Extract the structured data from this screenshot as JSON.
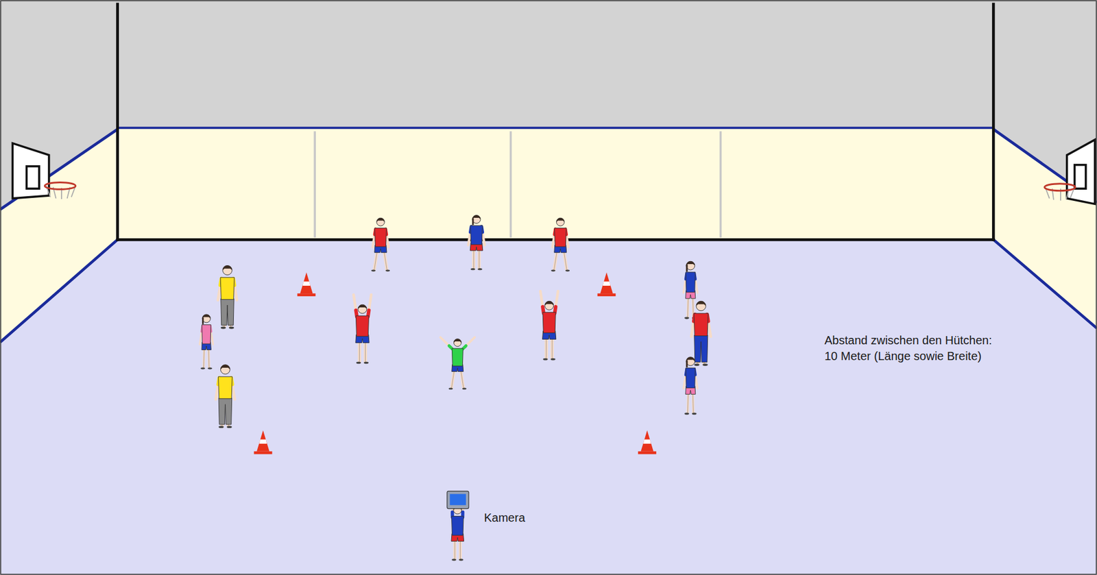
{
  "diagram": {
    "labels": [
      "Abstand zwischen den Hütchen:",
      "10 Meter (Länge sowie Breite)",
      "Kamera"
    ]
  }
}
